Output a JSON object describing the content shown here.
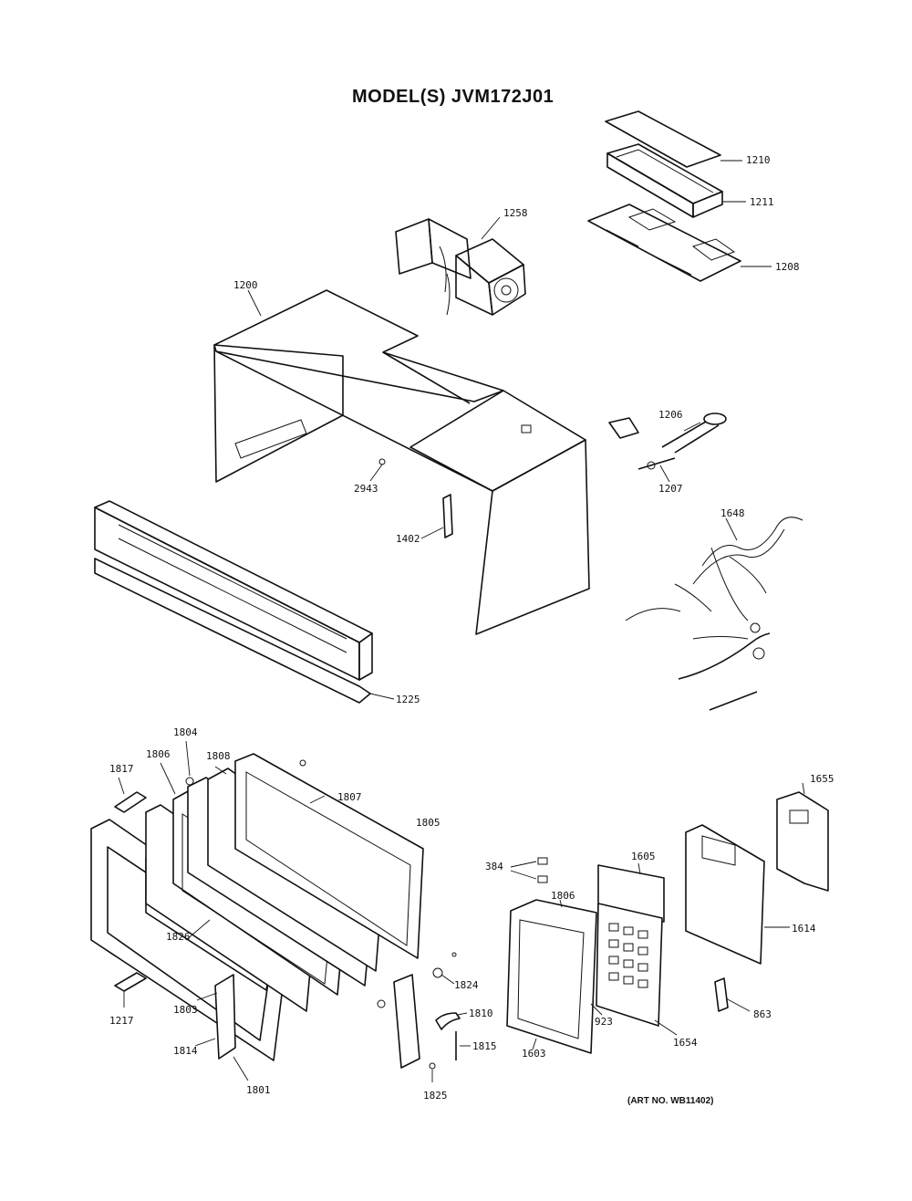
{
  "title": "MODEL(S) JVM172J01",
  "art_number": "(ART NO. WB11402)",
  "part_labels": {
    "p1210": "1210",
    "p1211": "1211",
    "p1208": "1208",
    "p1258": "1258",
    "p1200": "1200",
    "p1206": "1206",
    "p1207": "1207",
    "p2943": "2943",
    "p1402": "1402",
    "p1648": "1648",
    "p1225": "1225",
    "p1804": "1804",
    "p1806a": "1806",
    "p1808": "1808",
    "p1807": "1807",
    "p1817": "1817",
    "p1805": "1805",
    "p1655": "1655",
    "p384": "384",
    "p1605": "1605",
    "p1806b": "1806",
    "p1614": "1614",
    "p1826": "1826",
    "p1824": "1824",
    "p1217": "1217",
    "p1803a": "1803",
    "p1810": "1810",
    "p923": "923",
    "p1654": "1654",
    "p863": "863",
    "p1815": "1815",
    "p1814": "1814",
    "p1801": "1801",
    "p1825": "1825",
    "p1603": "1603"
  }
}
